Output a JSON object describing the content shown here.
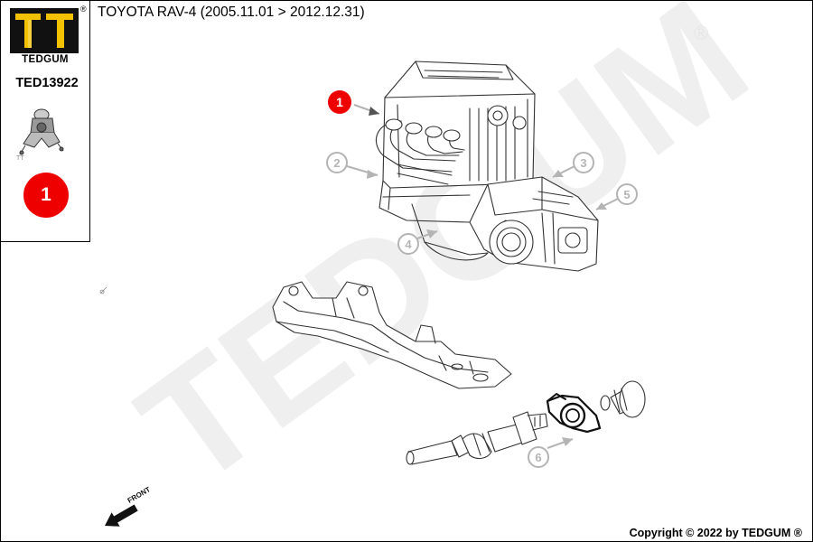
{
  "header": {
    "title": "TOYOTA RAV-4  (2005.11.01 > 2012.12.31)"
  },
  "sidebar": {
    "brand_name": "TEDGUM",
    "part_number": "TED13922",
    "badge_number": "1"
  },
  "watermark": {
    "text": "TEDGUM",
    "color": "#efefef"
  },
  "callouts": {
    "c1": "1",
    "c2": "2",
    "c3": "3",
    "c4": "4",
    "c5": "5",
    "c6": "6"
  },
  "direction_label": "FRONT",
  "footer": {
    "copyright": "Copyright © 2022 by TEDGUM ®"
  },
  "colors": {
    "highlight": "#ee0000",
    "callout_grey": "#b4b4b4",
    "line": "#333333"
  }
}
